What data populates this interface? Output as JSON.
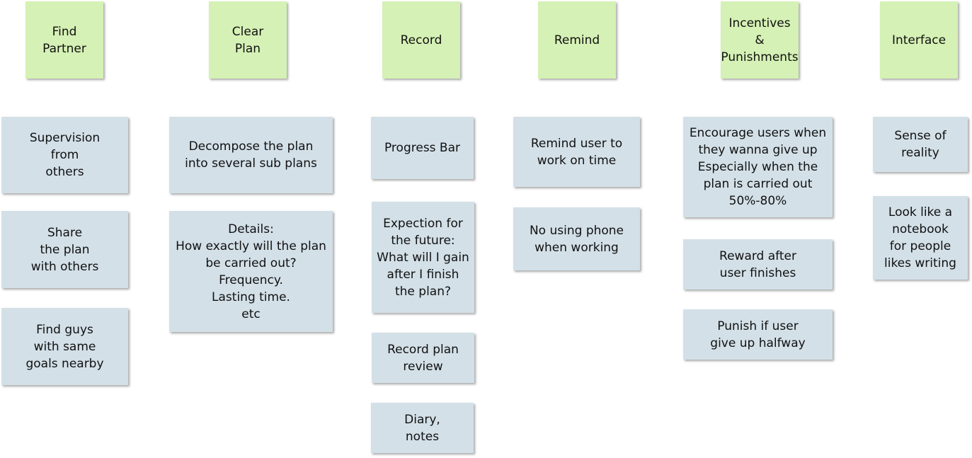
{
  "columns": [
    {
      "header": "Find\nPartner",
      "cards": [
        "Supervision\nfrom\nothers",
        "Share\nthe plan\nwith others",
        "Find guys\nwith same\ngoals nearby"
      ]
    },
    {
      "header": "Clear\nPlan",
      "cards": [
        "Decompose the plan\ninto several sub plans",
        "Details:\nHow exactly will the plan\nbe carried out?\nFrequency.\nLasting time.\netc"
      ]
    },
    {
      "header": "Record",
      "cards": [
        "Progress Bar",
        "Expection for\nthe future:\nWhat will I gain\nafter I finish\nthe plan?",
        "Record plan\nreview",
        "Diary,\nnotes"
      ]
    },
    {
      "header": "Remind",
      "cards": [
        "Remind user to\nwork on time",
        "No using phone\nwhen working"
      ]
    },
    {
      "header": "Incentives\n&\nPunishments",
      "cards": [
        "Encourage users when\nthey wanna give up\nEspecially when the\nplan is carried out\n50%-80%",
        "Reward after\nuser finishes",
        "Punish if user\ngive up halfway"
      ]
    },
    {
      "header": "Interface",
      "cards": [
        "Sense of\nreality",
        "Look like a\nnotebook\nfor people\nlikes writing"
      ]
    }
  ],
  "colors": {
    "header_note": "#d5f1b5",
    "card_note": "#d3e0e8"
  }
}
